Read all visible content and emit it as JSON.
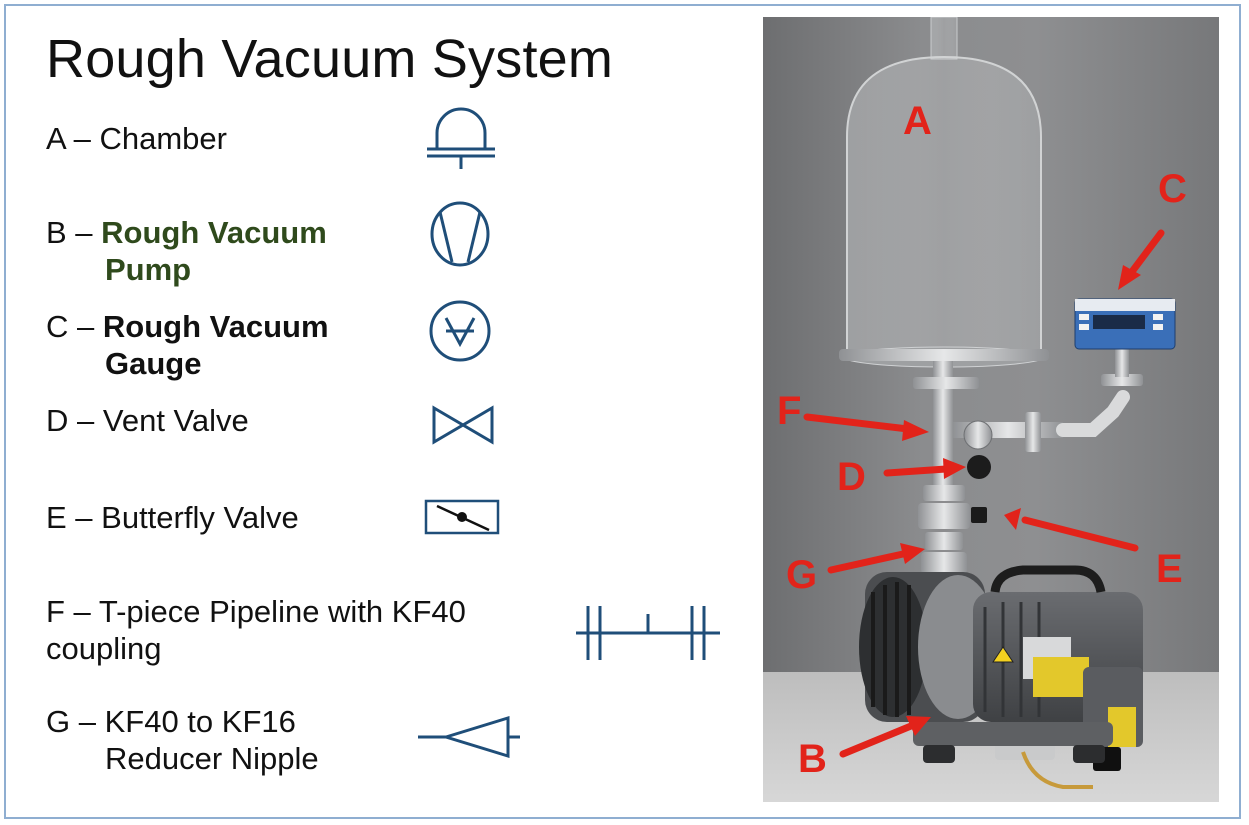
{
  "title": "Rough Vacuum System",
  "legend": {
    "a": {
      "prefix": "A –",
      "name": "Chamber",
      "icon": "bell-jar-chamber-icon"
    },
    "b": {
      "prefix": "B –",
      "name_line1": "Rough Vacuum",
      "name_line2": "Pump",
      "icon": "vacuum-pump-icon"
    },
    "c": {
      "prefix": "C –",
      "name_line1": "Rough Vacuum",
      "name_line2": "Gauge",
      "icon": "vacuum-gauge-icon"
    },
    "d": {
      "prefix": "D –",
      "name": "Vent Valve",
      "icon": "bowtie-valve-icon"
    },
    "e": {
      "prefix": "E –",
      "name": "Butterfly Valve",
      "icon": "butterfly-valve-icon"
    },
    "f": {
      "prefix": "F –",
      "name_line1": "T-piece Pipeline with KF40",
      "name_line2": "coupling",
      "icon": "t-piece-pipeline-icon"
    },
    "g": {
      "prefix": "G –",
      "name_line1": "KF40 to KF16",
      "name_line2": "Reducer Nipple",
      "icon": "reducer-nipple-icon"
    }
  },
  "photo_labels": {
    "a": "A",
    "b": "B",
    "c": "C",
    "d": "D",
    "e": "E",
    "f": "F",
    "g": "G"
  },
  "colors": {
    "symbol": "#1f4e79",
    "callout": "#e2231a",
    "green_text": "#2f4a1c",
    "frame": "#8faed1"
  }
}
